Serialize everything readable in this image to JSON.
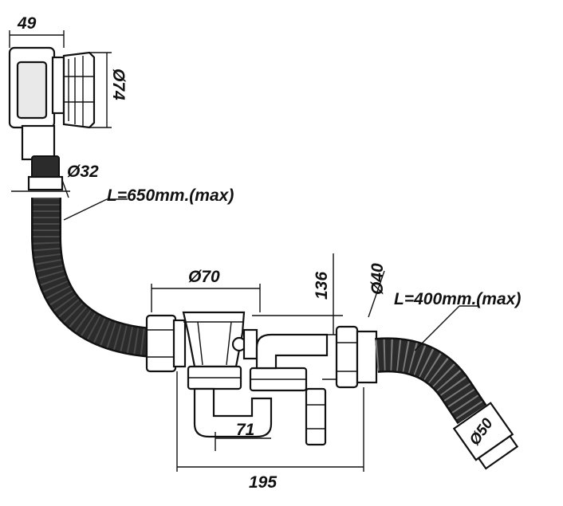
{
  "dimensions": {
    "overflow_width": "49",
    "overflow_diameter": "Ø74",
    "hose_diameter": "Ø32",
    "hose_length": "L=650mm.(max)",
    "waste_diameter": "Ø70",
    "height": "136",
    "outlet_diameter": "Ø40",
    "outlet_hose_length": "L=400mm.(max)",
    "end_diameter": "Ø50",
    "trap_width": "71",
    "total_width": "195"
  },
  "colors": {
    "line": "#111111",
    "hose": "#2b2b2b",
    "part_fill": "#ffffff",
    "shade": "#e9e9e9"
  }
}
